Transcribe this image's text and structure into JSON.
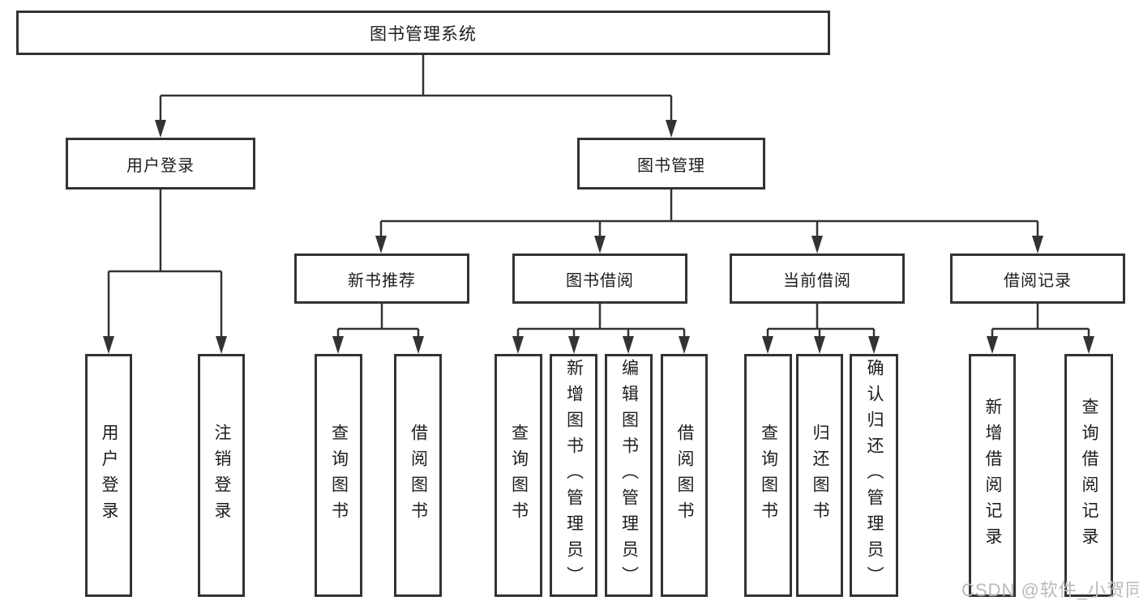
{
  "tree": {
    "label": "图书管理系统",
    "children": [
      {
        "label": "用户登录",
        "children": [
          {
            "label": "用户登录"
          },
          {
            "label": "注销登录"
          }
        ]
      },
      {
        "label": "图书管理",
        "children": [
          {
            "label": "新书推荐",
            "children": [
              {
                "label": "查询图书"
              },
              {
                "label": "借阅图书"
              }
            ]
          },
          {
            "label": "图书借阅",
            "children": [
              {
                "label": "查询图书"
              },
              {
                "label": "新增图书（管理员）"
              },
              {
                "label": "编辑图书（管理员）"
              },
              {
                "label": "借阅图书"
              }
            ]
          },
          {
            "label": "当前借阅",
            "children": [
              {
                "label": "查询图书"
              },
              {
                "label": "归还图书"
              },
              {
                "label": "确认归还（管理员）"
              }
            ]
          },
          {
            "label": "借阅记录",
            "children": [
              {
                "label": "新增借阅记录"
              },
              {
                "label": "查询借阅记录"
              }
            ]
          }
        ]
      }
    ]
  },
  "watermark": {
    "text": "CSDN @软件_小贺同学"
  },
  "colors": {
    "line": "#333333",
    "box_border": "#333333",
    "text": "#1d1d1d",
    "watermark": "#bdb8b8",
    "background": "#ffffff"
  }
}
